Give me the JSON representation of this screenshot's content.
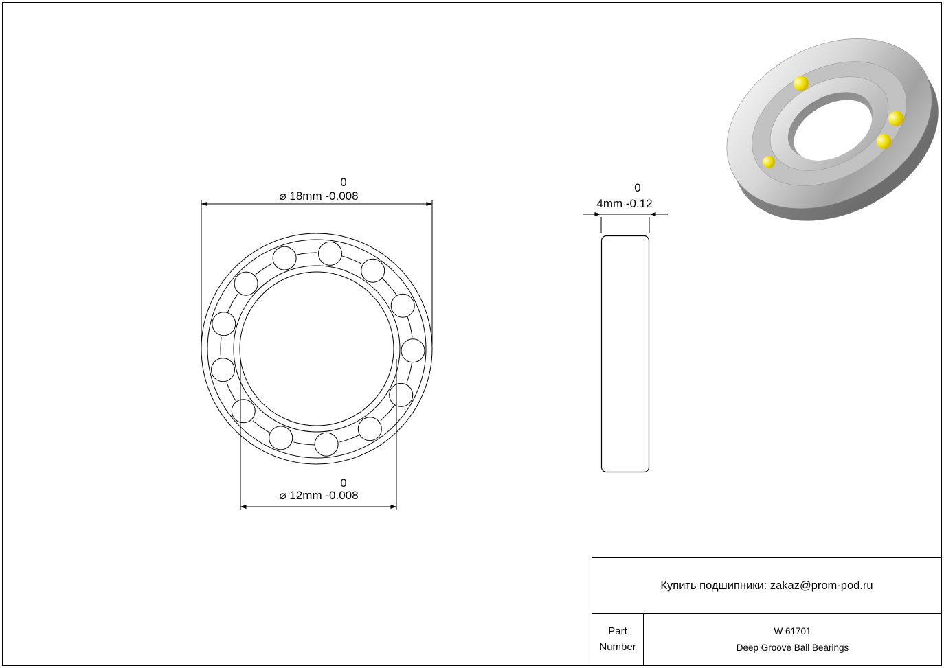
{
  "front_view": {
    "outer_diameter": {
      "upper_tolerance": "0",
      "label": "⌀ 18mm -0.008"
    },
    "inner_diameter": {
      "upper_tolerance": "0",
      "label": "⌀ 12mm -0.008"
    }
  },
  "side_view": {
    "width": {
      "upper_tolerance": "0",
      "label": "4mm -0.12"
    }
  },
  "title_block": {
    "contact": "Купить подшипники: zakaz@prom-pod.ru",
    "part_label_line1": "Part",
    "part_label_line2": "Number",
    "part_number": "W 61701",
    "part_type": "Deep Groove Ball Bearings"
  },
  "colors": {
    "line": "#000000",
    "ball_yellow": "#f0e000",
    "metal_light": "#f5f5f5",
    "metal_dark": "#8f8f8f"
  }
}
